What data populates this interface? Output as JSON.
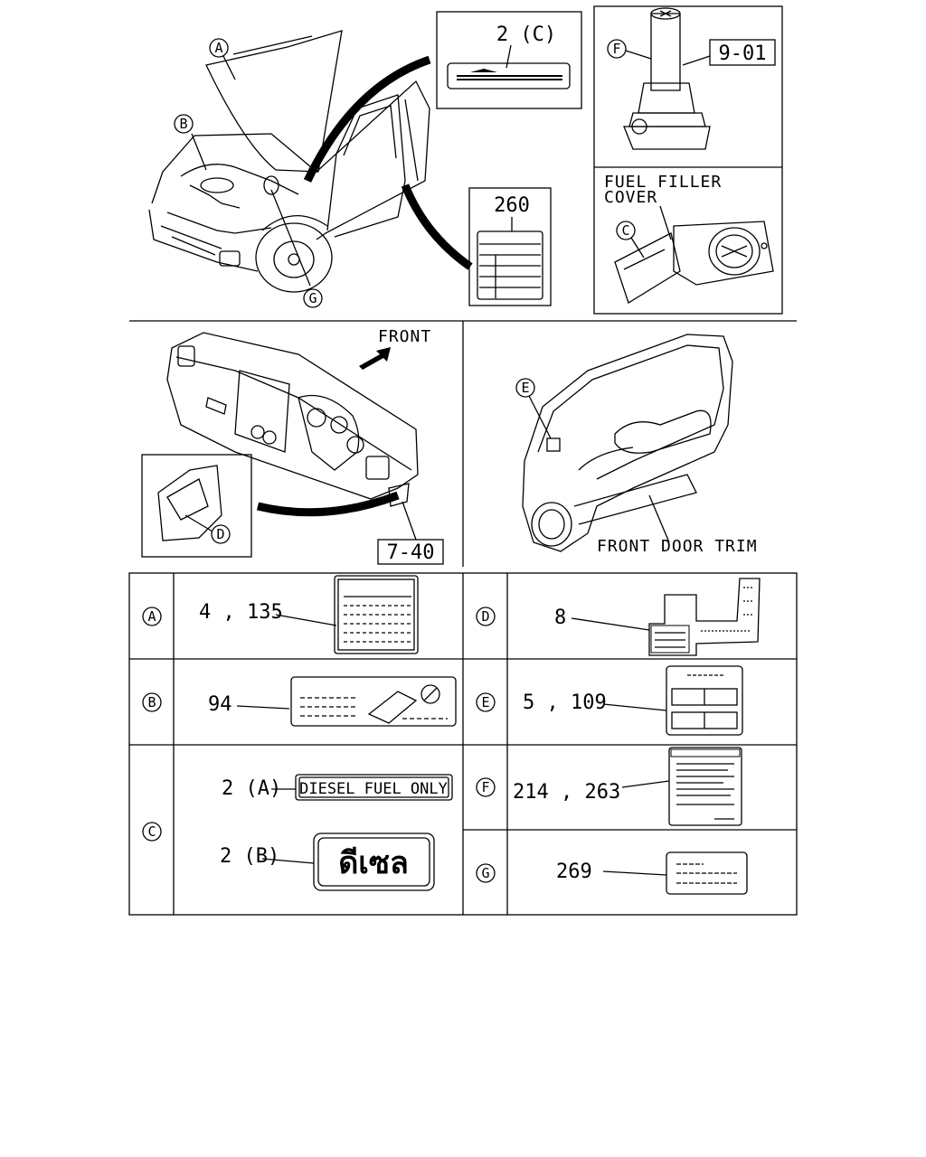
{
  "top_callouts": {
    "a": "A",
    "b": "B",
    "g": "G",
    "f": "F",
    "c": "C",
    "e": "E",
    "d": "D",
    "part_2c": "2 (C)",
    "part_260": "260",
    "ref_901": "9-01",
    "ref_740": "7-40",
    "fuel_filler_line1": "FUEL FILLER",
    "fuel_filler_line2": "COVER",
    "front": "FRONT",
    "front_door_trim": "FRONT DOOR TRIM"
  },
  "table": {
    "rows": [
      {
        "key": "A",
        "parts": "4 , 135"
      },
      {
        "key": "B",
        "parts": "94"
      },
      {
        "key": "C",
        "parts_a": "2 (A)",
        "parts_b": "2 (B)",
        "label_a_text": "DIESEL FUEL ONLY",
        "label_b_text": "ดีเซล"
      },
      {
        "key": "D",
        "parts": "8"
      },
      {
        "key": "E",
        "parts": "5 , 109"
      },
      {
        "key": "F",
        "parts": "214 , 263"
      },
      {
        "key": "G",
        "parts": "269"
      }
    ]
  }
}
